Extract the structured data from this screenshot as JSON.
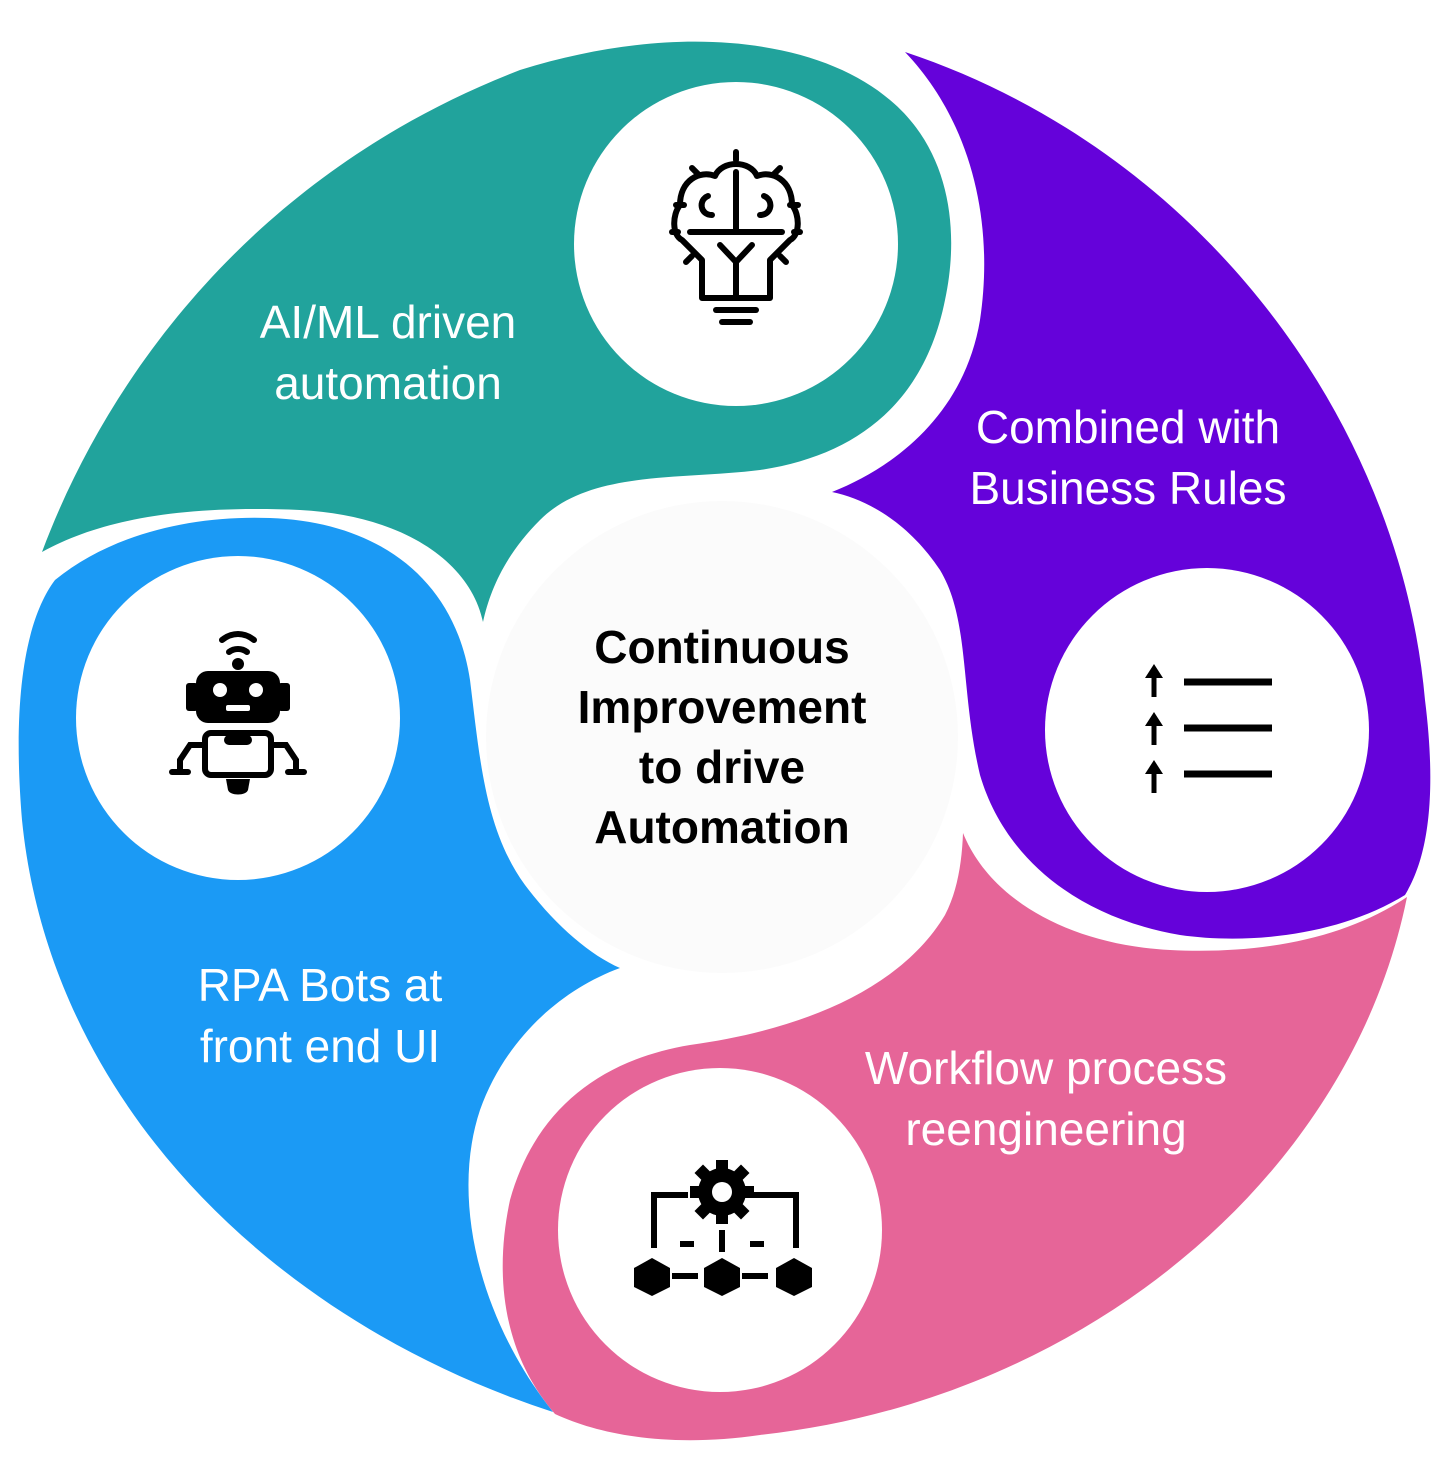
{
  "center": {
    "lines": [
      "Continuous",
      "Improvement",
      "to drive",
      "Automation"
    ],
    "color": "#fbfbfb"
  },
  "segments": [
    {
      "id": "ai",
      "lines": [
        "AI/ML driven",
        "automation"
      ],
      "color": "#21a39c",
      "icon": "brain-lightbulb-icon"
    },
    {
      "id": "rules",
      "lines": [
        "Combined with",
        "Business Rules"
      ],
      "color": "#6502da",
      "icon": "sort-list-arrows-icon"
    },
    {
      "id": "workflow",
      "lines": [
        "Workflow process",
        "reengineering"
      ],
      "color": "#e66598",
      "icon": "workflow-gear-icon"
    },
    {
      "id": "rpa",
      "lines": [
        "RPA Bots at",
        "front end UI"
      ],
      "color": "#1b9af5",
      "icon": "robot-icon"
    }
  ]
}
